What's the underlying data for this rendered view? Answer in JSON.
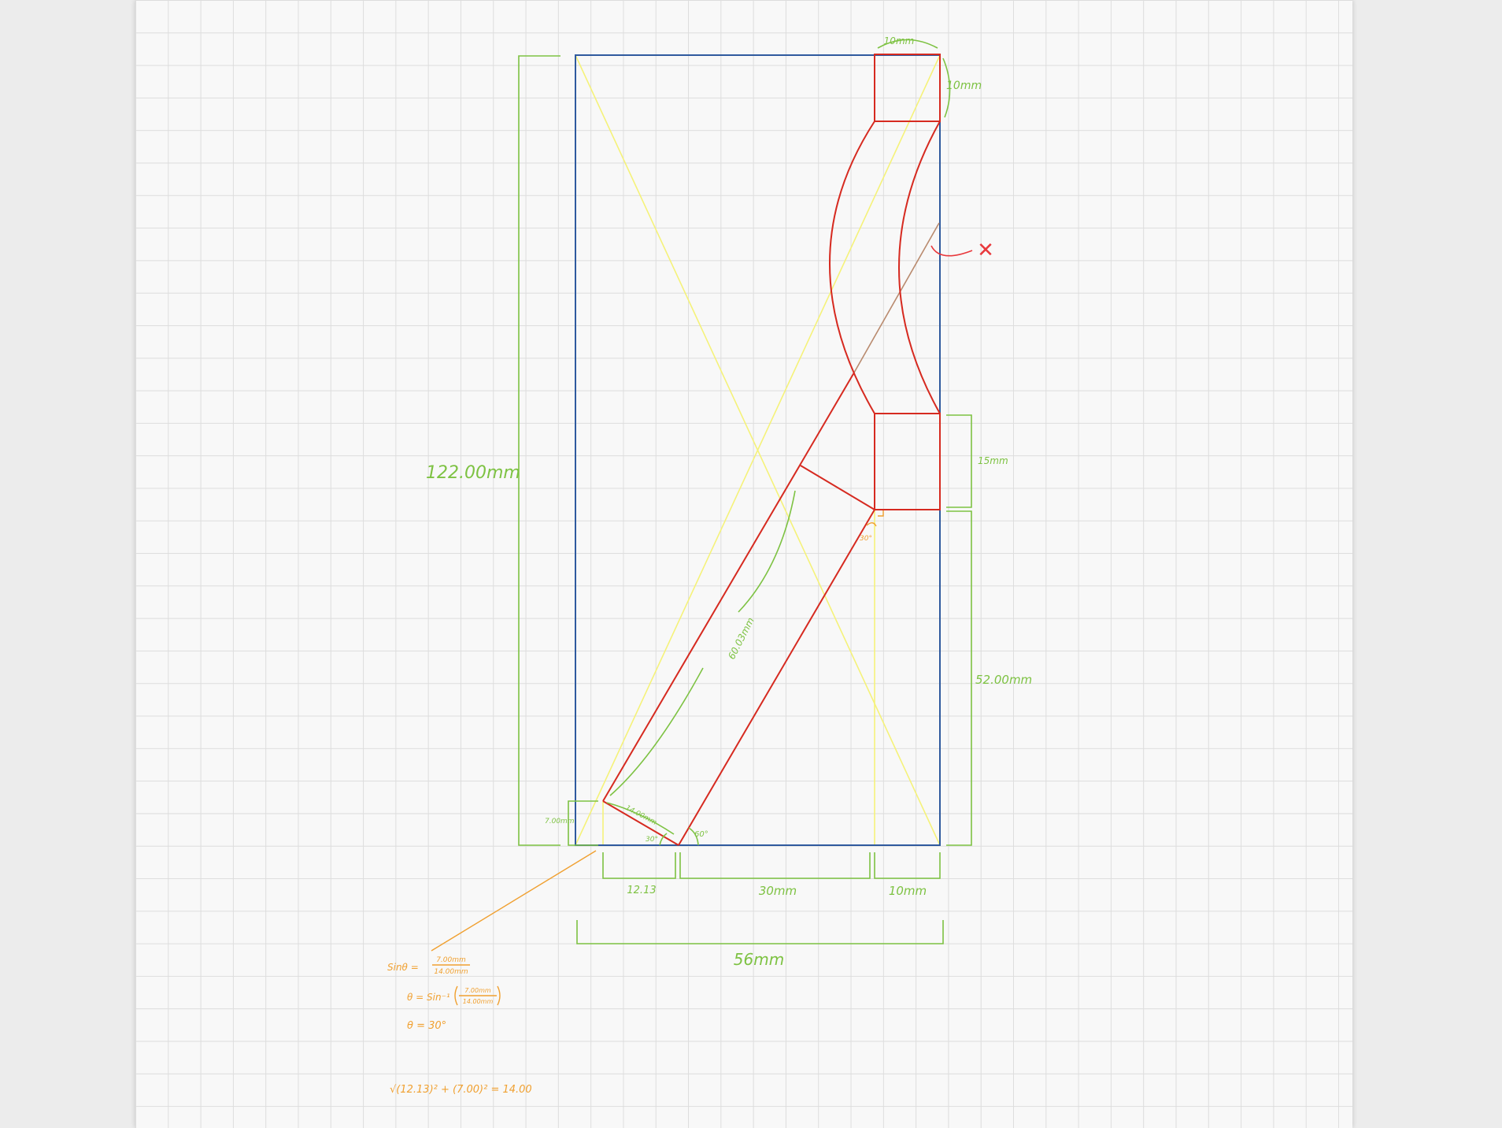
{
  "colors": {
    "outline": "#2f5a9e",
    "part": "#d62a20",
    "dimension": "#7dc242",
    "guide": "#f5f27a",
    "math": "#f0a030",
    "ray": "#b98a6e",
    "marker": "#e8383c",
    "paper": "#f8f8f8",
    "grid": "#dddddd"
  },
  "dimensions": {
    "height": "122.00mm",
    "top_width": "10mm",
    "top_height": "10mm",
    "block_height": "15mm",
    "lower_height": "52.00mm",
    "diagonal_length": "60.03mm",
    "foot_length": "14.00mm",
    "foot_height": "7.00mm",
    "bottom_left": "12.13",
    "bottom_mid": "30mm",
    "bottom_right": "10mm",
    "total_width": "56mm"
  },
  "angles": {
    "foot_left": "30°",
    "foot_right": "60°",
    "inner": "30°"
  },
  "marker": "✕",
  "math": {
    "line1_lhs": "Sinθ =",
    "line1_num": "7.00mm",
    "line1_den": "14.00mm",
    "line2_lhs": "θ = Sin⁻¹",
    "line2_num": "7.00mm",
    "line2_den": "14.00mm",
    "line3": "θ = 30°",
    "line4": "√(12.13)² + (7.00)² = 14.00"
  }
}
